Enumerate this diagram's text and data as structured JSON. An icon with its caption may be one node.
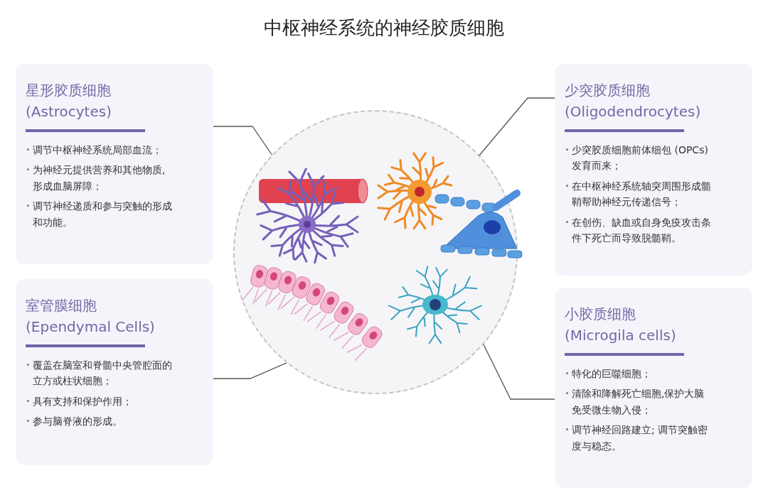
{
  "diagram": {
    "title": "中枢神经系统的神经胶质细胞",
    "nodes": [
      {
        "text": [
          "星形胶质细胞",
          "(Astrocytes)",
          "调节中枢神经系统局部血流；",
          "为神经元提供营养和其他物质,形成血脑屏障；",
          "调节神经递质和参与突触的形成和功能。"
        ]
      },
      {
        "text": [
          "少突胶质细胞",
          "(Oligodendrocytes)",
          "少突胶质细胞前体细包 (OPCs)发育而来；",
          "在中枢神经系统轴突周围形成髓鞘帮助神经元传递信号；",
          "在创伤、缺血或自身免疫攻击条件下死亡而导致脱髓鞘。"
        ]
      },
      {
        "text": [],
        "shape": "circle"
      },
      {
        "text": [],
        "shape": "picture",
        "in": 2
      },
      {
        "text": [],
        "shape": "picture",
        "in": 2
      },
      {
        "text": [],
        "shape": "picture",
        "in": 2
      },
      {
        "text": [],
        "shape": "picture",
        "in": 2
      },
      {
        "text": [
          "室管膜细胞",
          "(Ependymal Cells)",
          "覆盖在脑室和脊髓中央管腔面的立方或柱状细胞；",
          "具有支持和保护作用；",
          "参与脑脊液的形成。"
        ]
      },
      {
        "text": [
          "小胶质细胞",
          "(Microgila cells)",
          "特化的巨噬细胞；",
          "清除和降解死亡细胞,保护大脑免受微生物入侵；",
          "调节神经回路建立; 调节突触密度与稳态。"
        ]
      }
    ],
    "edges": [
      {
        "from": 0,
        "to": 3,
        "arrow": "other"
      },
      {
        "from": 1,
        "to": 4,
        "arrow": "other"
      },
      {
        "from": 7,
        "to": 5,
        "arrow": "other"
      },
      {
        "from": 8,
        "to": 6,
        "arrow": "other"
      }
    ]
  }
}
